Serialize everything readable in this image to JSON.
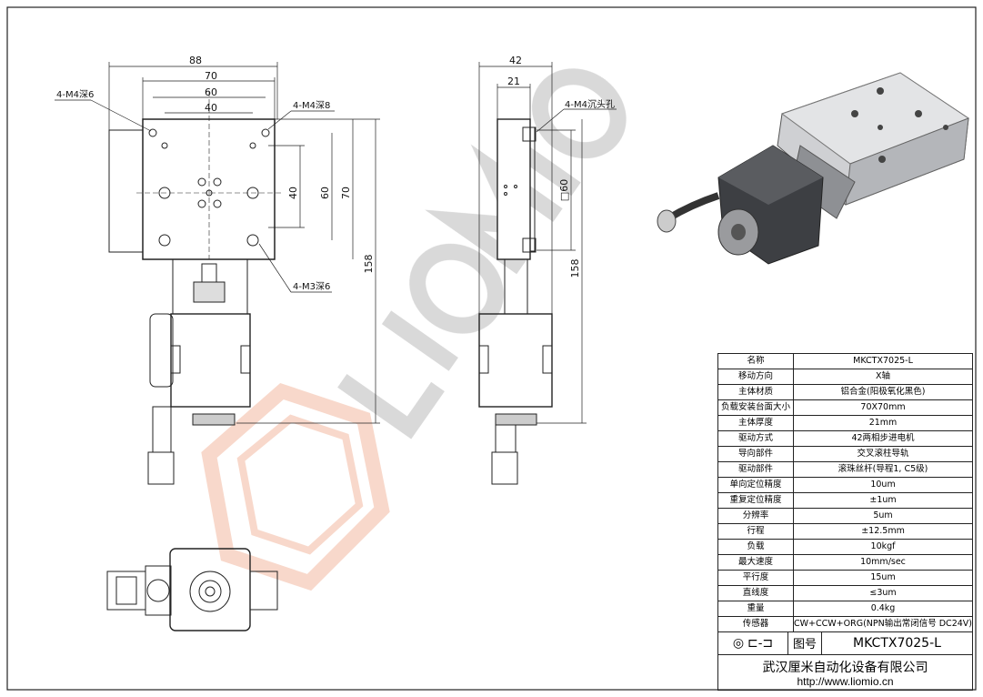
{
  "dimensions": {
    "front_top": [
      "88",
      "70",
      "60",
      "40"
    ],
    "front_right": [
      "40",
      "60",
      "70",
      "158"
    ],
    "side_top": [
      "42",
      "21"
    ],
    "side_square": "□60",
    "side_height": "158"
  },
  "annotations": {
    "front_top_left": "4-M4深6",
    "front_top_right": "4-M4深8",
    "front_bottom_right": "4-M3深6",
    "side_top_right": "4-M4沉头孔"
  },
  "watermark": "LIOMIO",
  "spec_table": [
    {
      "label": "名称",
      "value": "MKCTX7025-L"
    },
    {
      "label": "移动方向",
      "value": "X轴"
    },
    {
      "label": "主体材质",
      "value": "铝合金(阳极氧化黑色)"
    },
    {
      "label": "负载安装台面大小",
      "value": "70X70mm"
    },
    {
      "label": "主体厚度",
      "value": "21mm"
    },
    {
      "label": "驱动方式",
      "value": "42两相步进电机"
    },
    {
      "label": "导向部件",
      "value": "交叉滚柱导轨"
    },
    {
      "label": "驱动部件",
      "value": "滚珠丝杆(导程1, C5级)"
    },
    {
      "label": "单向定位精度",
      "value": "10um"
    },
    {
      "label": "重复定位精度",
      "value": "±1um"
    },
    {
      "label": "分辨率",
      "value": "5um"
    },
    {
      "label": "行程",
      "value": "±12.5mm"
    },
    {
      "label": "负载",
      "value": "10kgf"
    },
    {
      "label": "最大速度",
      "value": "10mm/sec"
    },
    {
      "label": "平行度",
      "value": "15um"
    },
    {
      "label": "直线度",
      "value": "≤3um"
    },
    {
      "label": "重量",
      "value": "0.4kg"
    },
    {
      "label": "传感器",
      "value": "CW+CCW+ORG(NPN输出常闭信号 DC24V)"
    }
  ],
  "footer": {
    "drawing_no_label": "图号",
    "drawing_no": "MKCTX7025-L",
    "company": "武汉厘米自动化设备有限公司",
    "url": "http://www.liomio.cn"
  }
}
